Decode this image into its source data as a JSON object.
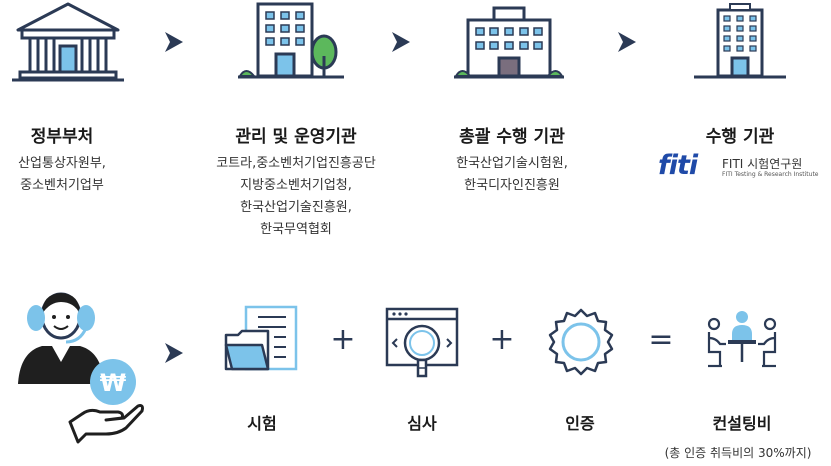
{
  "stages": [
    {
      "title": "정부부처",
      "desc": [
        "산업통상자원부,",
        "중소벤처기업부"
      ]
    },
    {
      "title": "관리 및 운영기관",
      "desc": [
        "코트라,중소벤처기업진흥공단",
        "지방중소벤처기업청,",
        "한국산업기술진흥원,",
        "한국무역협회"
      ]
    },
    {
      "title": "총괄 수행 기관",
      "desc": [
        "한국산업기술시험원,",
        "한국디자인진흥원"
      ]
    },
    {
      "title": "수행 기관",
      "desc": []
    }
  ],
  "fiti_logo": {
    "mark": "fiti",
    "name_ko": "FITI 시험연구원",
    "name_en": "FITI Testing & Research Institute"
  },
  "services": [
    {
      "label": "시험"
    },
    {
      "label": "심사"
    },
    {
      "label": "인증"
    },
    {
      "label": "컨설팅비"
    }
  ],
  "operators": {
    "plus": "+",
    "equals": "="
  },
  "note": "(총 인증 취득비의 30%까지)",
  "currency_symbol": "₩",
  "colors": {
    "navy": "#2b3a55",
    "blue": "#7cc3ea",
    "logo_blue": "#1f4aa8",
    "green": "#5cb85c"
  }
}
